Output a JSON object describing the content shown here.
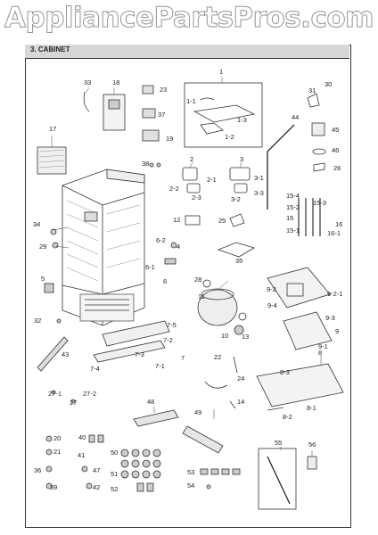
{
  "watermark": "AppliancePartsPros.com",
  "section_title": "3. CABINET",
  "callouts": [
    "1",
    "1-1",
    "1-2",
    "1-3",
    "2",
    "2-1",
    "2-2",
    "2-3",
    "3",
    "3-1",
    "3-2",
    "3-3",
    "4",
    "5",
    "6",
    "6-1",
    "6-2",
    "7",
    "7-1",
    "7-2",
    "7-3",
    "7-4",
    "7-5",
    "8",
    "8-1",
    "8-2",
    "8-3",
    "9",
    "9-1",
    "9-2",
    "9-2-1",
    "9-3",
    "9-4",
    "10",
    "11",
    "12",
    "13",
    "14",
    "15",
    "15-1",
    "15-2",
    "15-3",
    "15-4",
    "16",
    "16-1",
    "17",
    "18",
    "19",
    "20",
    "21",
    "22",
    "23",
    "24",
    "25",
    "26",
    "27",
    "27-1",
    "27-2",
    "28",
    "29",
    "30",
    "31",
    "32",
    "33",
    "34",
    "35",
    "36",
    "37",
    "38",
    "39",
    "40",
    "41",
    "42",
    "43",
    "44",
    "45",
    "46",
    "47",
    "48",
    "49",
    "50",
    "51",
    "52",
    "53",
    "54",
    "55",
    "56"
  ]
}
